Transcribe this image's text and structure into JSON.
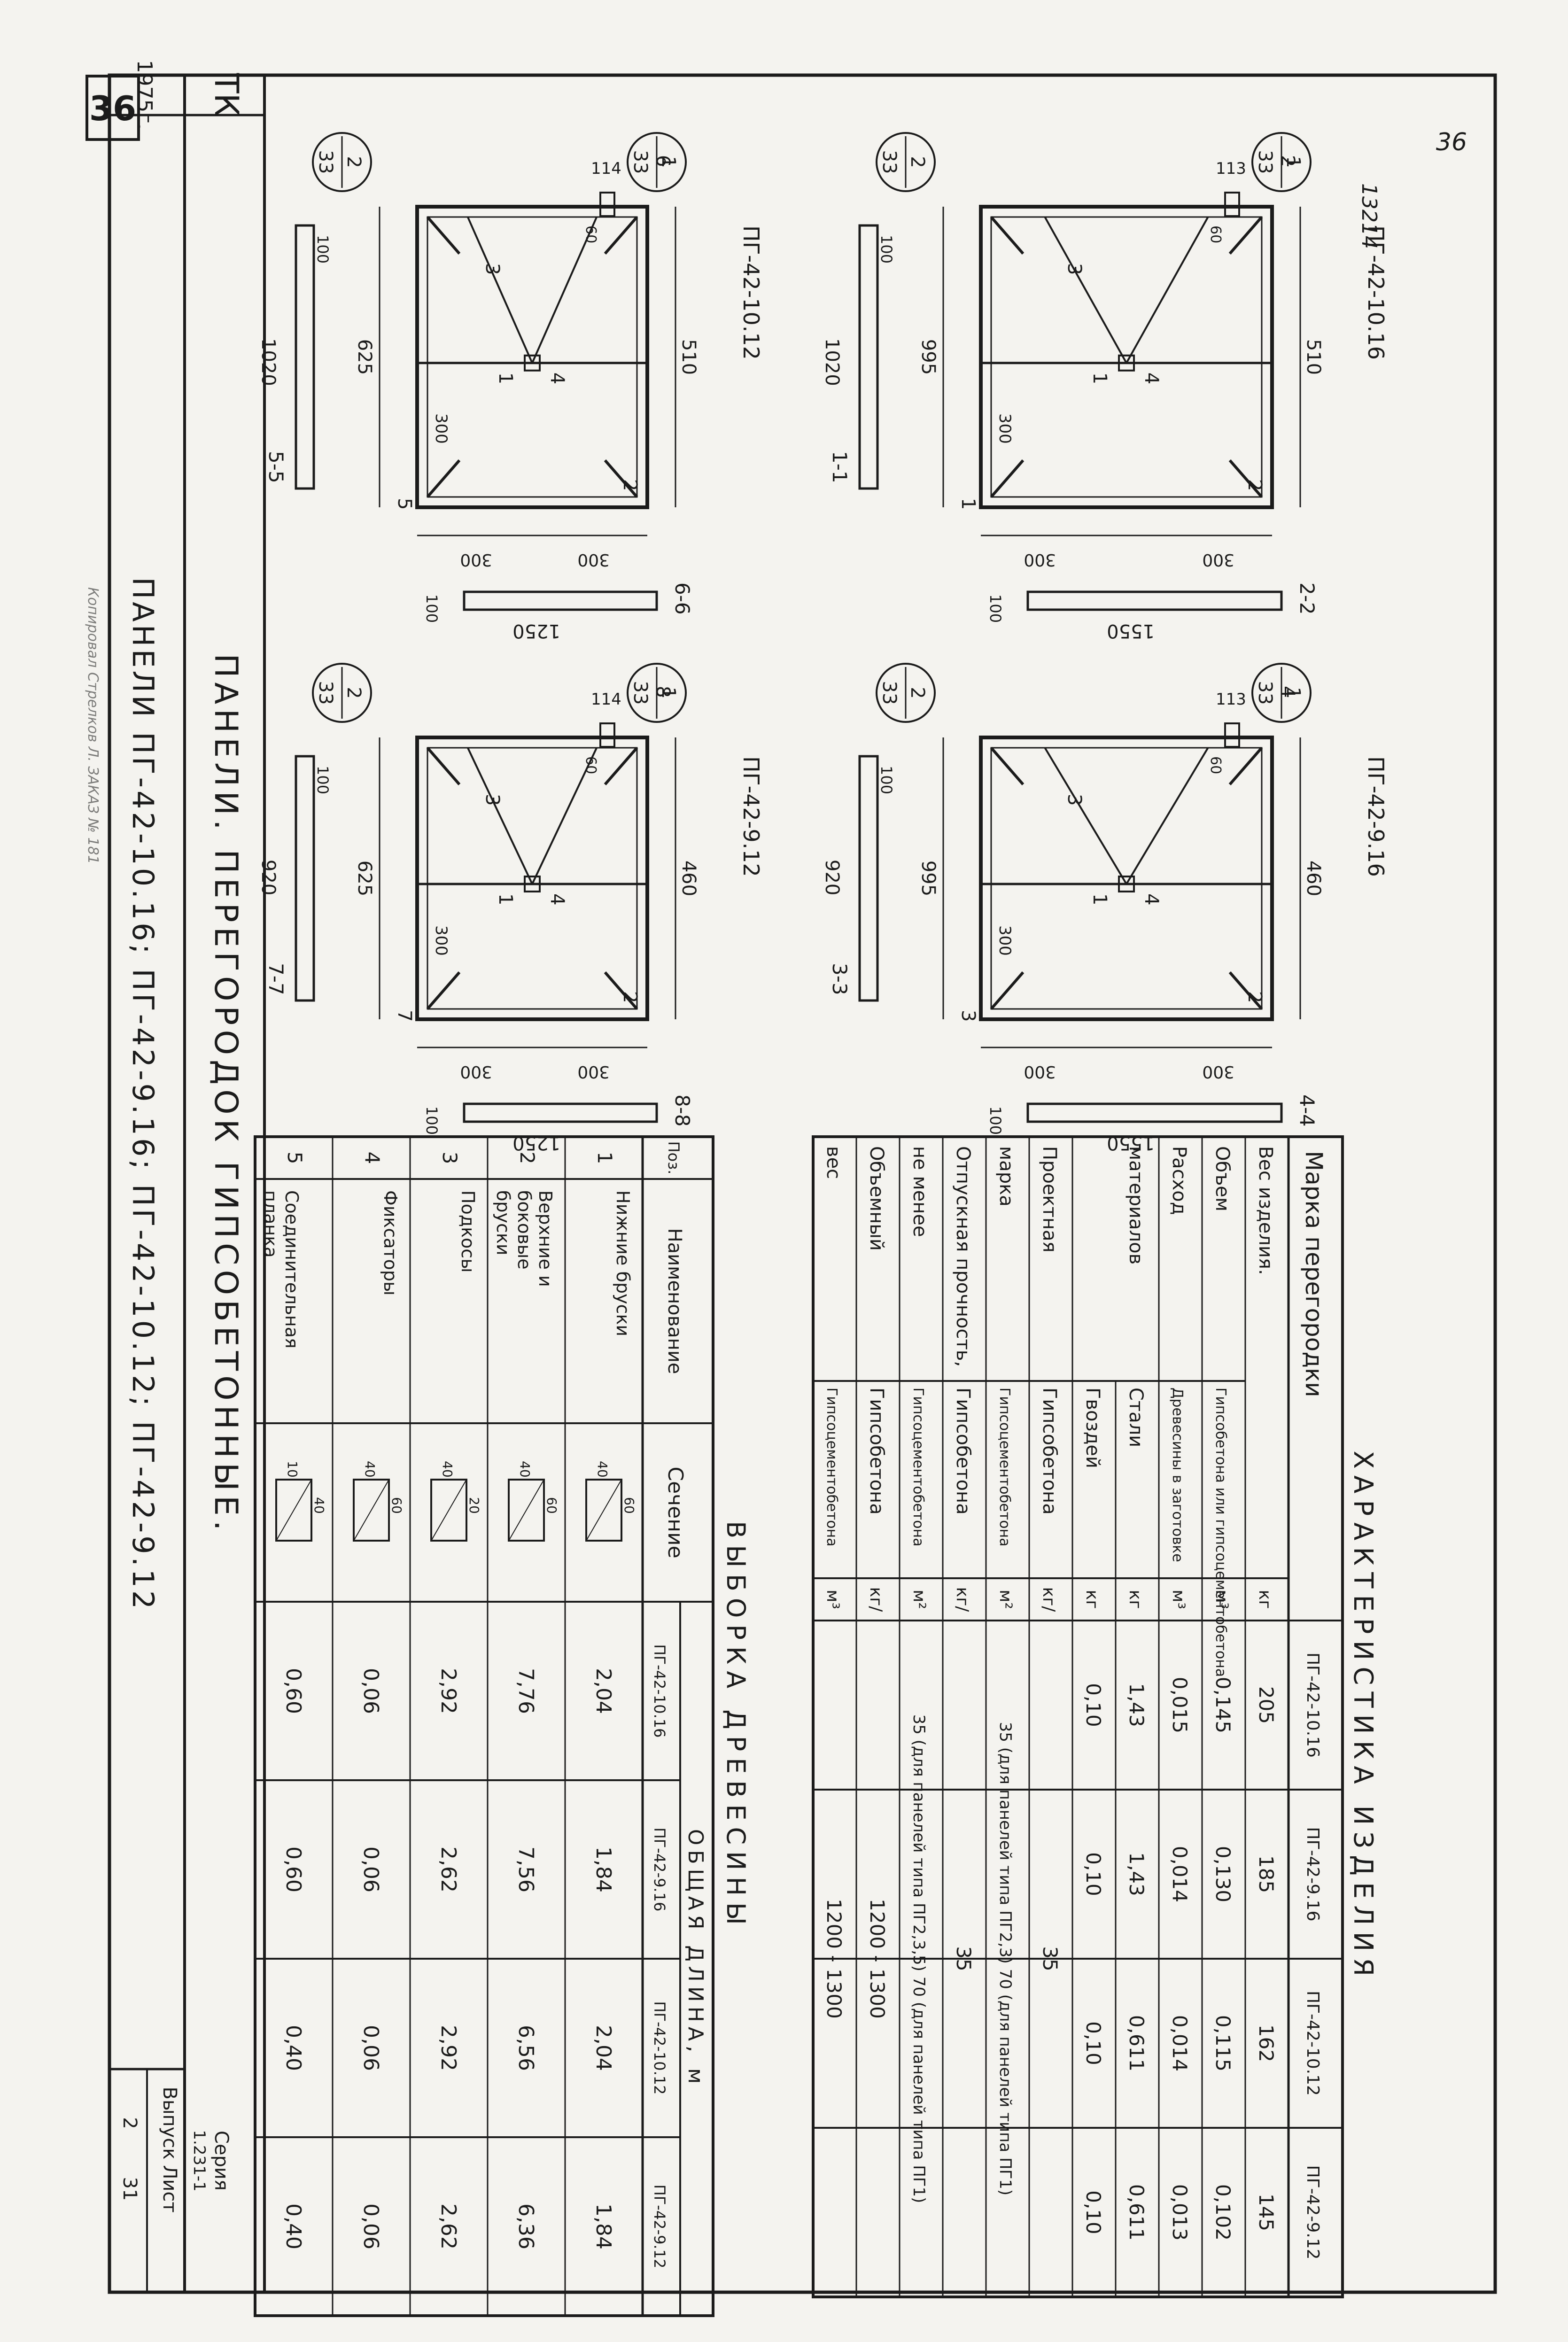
{
  "sheet_number": "36",
  "sheet_stamp_handwritten": "36",
  "inv_handwritten": "13214",
  "title_block": {
    "org": "ТК",
    "year": "1975г.",
    "title_main": "ПАНЕЛИ  ПГ-42-10.16;  ПГ-42-9.16;  ПГ-42-10.12;  ПГ-42-9.12",
    "seria_label": "Серия",
    "seria_value": "1.231-1",
    "vypusk_label": "Выпуск",
    "vypusk_value": "2",
    "list_label": "Лист",
    "list_value": "31"
  },
  "drawing_title": "ПАНЕЛИ.  ПЕРЕГОРОДОК  ГИПСОБЕТОННЫЕ.",
  "bottom_smudge": "Копировал  Стрелков  Л.  ЗАКАЗ № 181",
  "char_table": {
    "title": "ХАРАКТЕРИСТИКА  ИЗДЕЛИЯ",
    "header_marka": "Марка  перегородки",
    "col_marks": [
      "ПГ-42-10.16",
      "ПГ-42-9.16",
      "ПГ-42-10.12",
      "ПГ-42-9.12"
    ],
    "rows": [
      {
        "a": "Вес изделия.",
        "b": "",
        "unit": "кг",
        "vals": [
          "205",
          "185",
          "162",
          "145"
        ]
      },
      {
        "a": "Объем",
        "b": "Гипсобетона или гипсоцементобетона",
        "unit": "м³",
        "vals": [
          "0,145",
          "0,130",
          "0,115",
          "0,102"
        ]
      },
      {
        "a": "Расход",
        "b": "Древесины в заготовке",
        "unit": "м³",
        "vals": [
          "0,015",
          "0,014",
          "0,014",
          "0,013"
        ]
      },
      {
        "a": "материалов",
        "b": "Стали",
        "unit": "кг",
        "vals": [
          "1,43",
          "1,43",
          "0,611",
          "0,611"
        ]
      },
      {
        "a": "",
        "b": "Гвоздей",
        "unit": "кг",
        "vals": [
          "0,10",
          "0,10",
          "0,10",
          "0,10"
        ]
      },
      {
        "a": "Проектная",
        "b": "Гипсобетона",
        "unit": "кг/",
        "vals_merged": "35"
      },
      {
        "a": "марка",
        "b": "Гипсоцементобетона",
        "unit": "м²",
        "vals_merged": "35 (для панелей типа ПГ2,3)  70 (для панелей типа ПГ1)"
      },
      {
        "a": "Отпускная прочность,",
        "b": "Гипсобетона",
        "unit": "кг/",
        "vals_merged": "35"
      },
      {
        "a": "не менее",
        "b": "Гипсоцементобетона",
        "unit": "м²",
        "vals_merged": "35 (для панелей типа ПГ2,3,5)  70 (для панелей типа ПГ1)"
      },
      {
        "a": "Объемный",
        "b": "Гипсобетона",
        "unit": "кг/",
        "vals_merged": "1200 - 1300"
      },
      {
        "a": "вес",
        "b": "Гипсоцементобетона",
        "unit": "м³",
        "vals_merged": "1200 - 1300"
      }
    ]
  },
  "wood_table": {
    "title": "ВЫБОРКА  ДРЕВЕСИНЫ",
    "h_pos": "Поз.",
    "h_name": "Наименование",
    "h_section": "Сечение",
    "h_total": "ОБЩАЯ  ДЛИНА,  м",
    "col_marks": [
      "ПГ-42-10.16",
      "ПГ-42-9.16",
      "ПГ-42-10.12",
      "ПГ-42-9.12"
    ],
    "rows": [
      {
        "pos": "1",
        "name": "Нижние бруски",
        "sec": [
          "60",
          "40"
        ],
        "vals": [
          "2,04",
          "1,84",
          "2,04",
          "1,84"
        ]
      },
      {
        "pos": "2",
        "name": "Верхние и боковые бруски",
        "sec": [
          "60",
          "40"
        ],
        "vals": [
          "7,76",
          "7,56",
          "6,56",
          "6,36"
        ]
      },
      {
        "pos": "3",
        "name": "Подкосы",
        "sec": [
          "20",
          "40"
        ],
        "vals": [
          "2,92",
          "2,62",
          "2,92",
          "2,62"
        ]
      },
      {
        "pos": "4",
        "name": "Фиксаторы",
        "sec": [
          "60",
          "40"
        ],
        "vals": [
          "0,06",
          "0,06",
          "0,06",
          "0,06"
        ]
      },
      {
        "pos": "5",
        "name": "Соединительная планка",
        "sec": [
          "40",
          "10"
        ],
        "vals": [
          "0,60",
          "0,60",
          "0,40",
          "0,40"
        ]
      }
    ]
  },
  "panels": [
    {
      "name": "ПГ-42-10.16",
      "sec_a": "1-1",
      "sec_b": "2-2",
      "len": "1020",
      "h": "1550",
      "d_top": "510",
      "d_side": "300",
      "d_inner": "300",
      "d_bot": "995",
      "d_mid": "113",
      "d_fix": "60",
      "t": "100",
      "m_a": "1",
      "m_b": "2",
      "cl_top": "1",
      "cl_bot": "33",
      "cr_top": "2",
      "cr_bot": "33"
    },
    {
      "name": "ПГ-42-9.16",
      "sec_a": "3-3",
      "sec_b": "4-4",
      "len": "920",
      "h": "1550",
      "d_top": "460",
      "d_side": "300",
      "d_inner": "300",
      "d_bot": "995",
      "d_mid": "113",
      "d_fix": "60",
      "t": "100",
      "m_a": "3",
      "m_b": "4",
      "cl_top": "1",
      "cl_bot": "33",
      "cr_top": "2",
      "cr_bot": "33"
    },
    {
      "name": "ПГ-42-10.12",
      "sec_a": "5-5",
      "sec_b": "6-6",
      "len": "1020",
      "h": "1250",
      "d_top": "510",
      "d_side": "300",
      "d_inner": "300",
      "d_bot": "625",
      "d_mid": "114",
      "d_fix": "60",
      "t": "100",
      "m_a": "5",
      "m_b": "6",
      "cl_top": "1",
      "cl_bot": "33",
      "cr_top": "2",
      "cr_bot": "33"
    },
    {
      "name": "ПГ-42-9.12",
      "sec_a": "7-7",
      "sec_b": "8-8",
      "len": "920",
      "h": "1250",
      "d_top": "460",
      "d_side": "300",
      "d_inner": "300",
      "d_bot": "625",
      "d_mid": "114",
      "d_fix": "60",
      "t": "100",
      "m_a": "7",
      "m_b": "8",
      "cl_top": "1",
      "cl_bot": "33",
      "cr_top": "2",
      "cr_bot": "33"
    }
  ],
  "pos_labels": [
    "1",
    "2",
    "3",
    "4"
  ]
}
